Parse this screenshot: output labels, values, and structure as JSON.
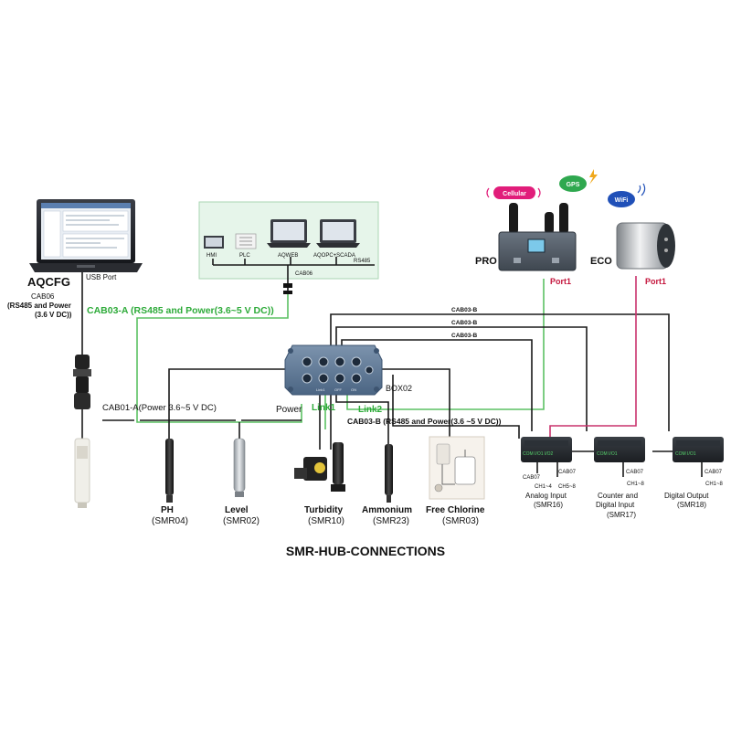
{
  "computer": {
    "name": "AQCFG",
    "usb_label": "USB Port",
    "cable_name": "CAB06",
    "cable_desc_1": "(RS485 and Power",
    "cable_desc_2": "(3.6 V DC))"
  },
  "scada_panel": {
    "devices": [
      "HMI",
      "PLC",
      "AQWEB",
      "AQOPC+SCADA"
    ],
    "bus_label": "RS485",
    "cable_label": "CAB06"
  },
  "cables": {
    "cab03a": "CAB03-A (RS485 and Power(3.6~5 V DC))",
    "cab01a": "CAB01-A(Power 3.6~5 V DC)",
    "cab03b_main": "CAB03-B (RS485 and Power(3.6 ~5 V DC))",
    "cab03b_1": "CAB03-B",
    "cab03b_2": "CAB03-B",
    "cab03b_3": "CAB03-B",
    "cab07": "CAB07"
  },
  "hub": {
    "name": "BOX02",
    "power_label": "Power",
    "link1_label": "Link1",
    "link2_label": "Link2",
    "port_labels": [
      "Link1",
      "OFF",
      "ON"
    ]
  },
  "gateways": {
    "pro": {
      "name": "PRO",
      "badge_cellular": "Cellular",
      "badge_gps": "GPS",
      "port": "Port1"
    },
    "eco": {
      "name": "ECO",
      "badge_wifi": "WiFi",
      "port": "Port1"
    }
  },
  "sensors": [
    {
      "name": "PH",
      "code": "(SMR04)"
    },
    {
      "name": "Level",
      "code": "(SMR02)"
    },
    {
      "name": "Turbidity",
      "code": "(SMR10)"
    },
    {
      "name": "Ammonium",
      "code": "(SMR23)"
    },
    {
      "name": "Free Chlorine",
      "code": "(SMR03)"
    }
  ],
  "modules": [
    {
      "title_1": "Analog Input",
      "title_2": "(SMR16)",
      "ch_a": "CH1~4",
      "ch_b": "CH5~8",
      "face": "COM  I/O1  I/O2"
    },
    {
      "title_1": "Counter and",
      "title_2": "Digital Input",
      "title_3": "(SMR17)",
      "ch_a": "CH1~8",
      "face": "COM    I/O1"
    },
    {
      "title_1": "Digital Output",
      "title_2": "(SMR18)",
      "ch_a": "CH1~8",
      "face": "COM    I/O1"
    }
  ],
  "footer_title": "SMR-HUB-CONNECTIONS",
  "colors": {
    "green_wire": "#5cc163",
    "green_text": "#2eab3a",
    "red_wire": "#c9336d",
    "red_text": "#c4163d",
    "hub_blue": "#5a7391",
    "panel_green": "#e6f5ea"
  }
}
